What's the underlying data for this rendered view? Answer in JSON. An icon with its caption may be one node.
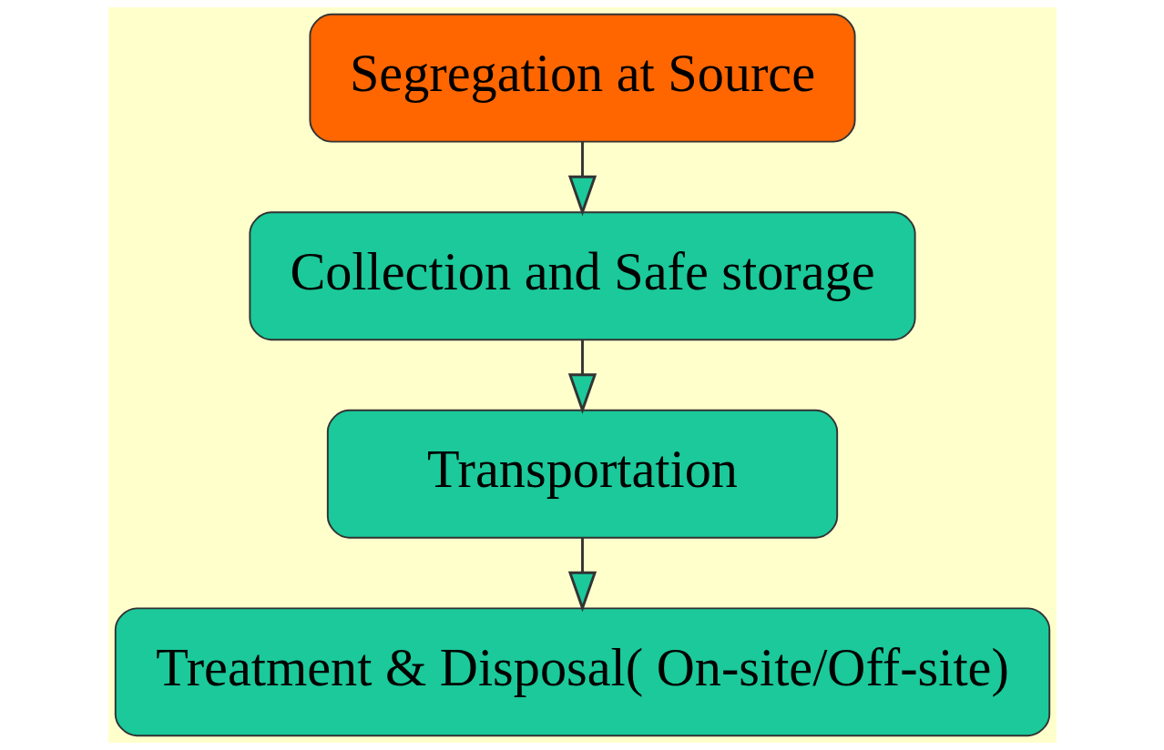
{
  "diagram": {
    "nodes": [
      {
        "text": [
          "Segregation at Source"
        ]
      },
      {
        "text": [
          "Collection and Safe storage"
        ]
      },
      {
        "text": [
          "Transportation"
        ]
      },
      {
        "text": [
          "Treatment & Disposal( On-site/Off-site)"
        ]
      }
    ],
    "edges": [
      {
        "from": 0,
        "to": 1,
        "arrow": "to"
      },
      {
        "from": 1,
        "to": 2,
        "arrow": "to"
      },
      {
        "from": 2,
        "to": 3,
        "arrow": "to"
      }
    ]
  }
}
